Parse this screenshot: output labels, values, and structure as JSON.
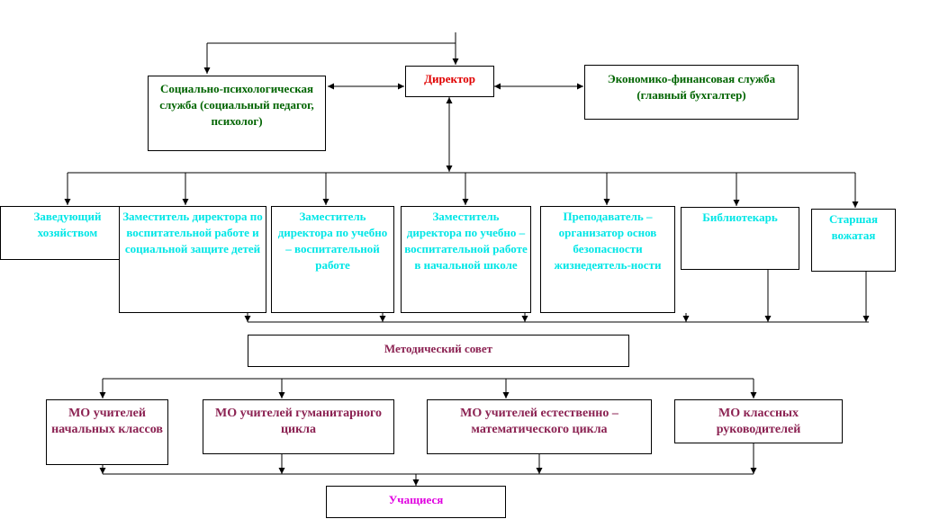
{
  "colors": {
    "green": "#006400",
    "red": "#e00000",
    "cyan": "#00e6e6",
    "plum": "#8b2252",
    "magenta": "#e000e0"
  },
  "top": {
    "social_service": "Социально-психологическая служба (социальный педагог, психолог)",
    "director": "Директор",
    "finance_service": "Экономико-финансовая служба (главный бухгалтер)"
  },
  "staff": [
    "Заведующий хозяйством",
    "Заместитель директора по воспитательной работе и социальной защите детей",
    "Заместитель директора по учебно – воспитательной работе",
    "Заместитель директора по учебно – воспитательной работе в начальной школе",
    "Преподаватель – организатор основ безопасности жизнедеятель-ности",
    "Библиотекарь",
    "Старшая вожатая"
  ],
  "council": "Методический совет",
  "mo": [
    "МО учителей начальных классов",
    "МО учителей гуманитарного цикла",
    "МО учителей естественно – математического цикла",
    "МО классных руководителей"
  ],
  "students": "Учащиеся"
}
